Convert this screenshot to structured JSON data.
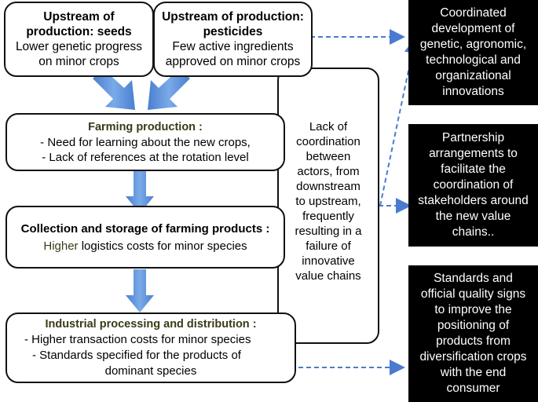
{
  "boxes": {
    "seeds": {
      "title_1": "Upstream of",
      "title_2": "production: seeds",
      "line_1": "Lower genetic progress",
      "line_2": "on minor crops"
    },
    "pesticides": {
      "title_1": "Upstream of production:",
      "title_2": "pesticides",
      "line_1": "Few active ingredients",
      "line_2": "approved on minor crops"
    },
    "farming": {
      "title": "Farming production :",
      "line_1": "- Need for learning about the new crops,",
      "line_2": "- Lack of references at the rotation level"
    },
    "collection": {
      "title": "Collection and storage of farming products :",
      "line_1_highlight": "Higher",
      "line_1_rest": " logistics costs for minor species"
    },
    "industrial": {
      "title": "Industrial processing and  distribution :",
      "item_1": "-   Higher transaction costs for minor species",
      "item_2": "-   Standards specified for the products of",
      "item_2b": "dominant species"
    },
    "coordination": {
      "lines": [
        "Lack of",
        "coordination",
        "between",
        "actors, from",
        "downstream",
        "to upstream,",
        "frequently",
        "resulting in a",
        "failure of",
        "innovative",
        "value chains"
      ]
    }
  },
  "solutions": [
    {
      "lines": [
        "Coordinated",
        "development of",
        "genetic, agronomic,",
        "technological and",
        "organizational",
        "innovations"
      ]
    },
    {
      "lines": [
        "Partnership",
        "arrangements to",
        "facilitate the",
        "coordination of",
        "stakeholders around",
        "the new value",
        "chains.."
      ]
    },
    {
      "lines": [
        "Standards and",
        "official quality signs",
        "to improve the",
        "positioning of",
        "products from",
        "diversification crops",
        "with the end",
        "consumer"
      ]
    }
  ],
  "colors": {
    "arrow_fill": "#5b8fd9",
    "dashed_arrow": "#4a7bd0",
    "title_dark": "#3a3a18"
  }
}
